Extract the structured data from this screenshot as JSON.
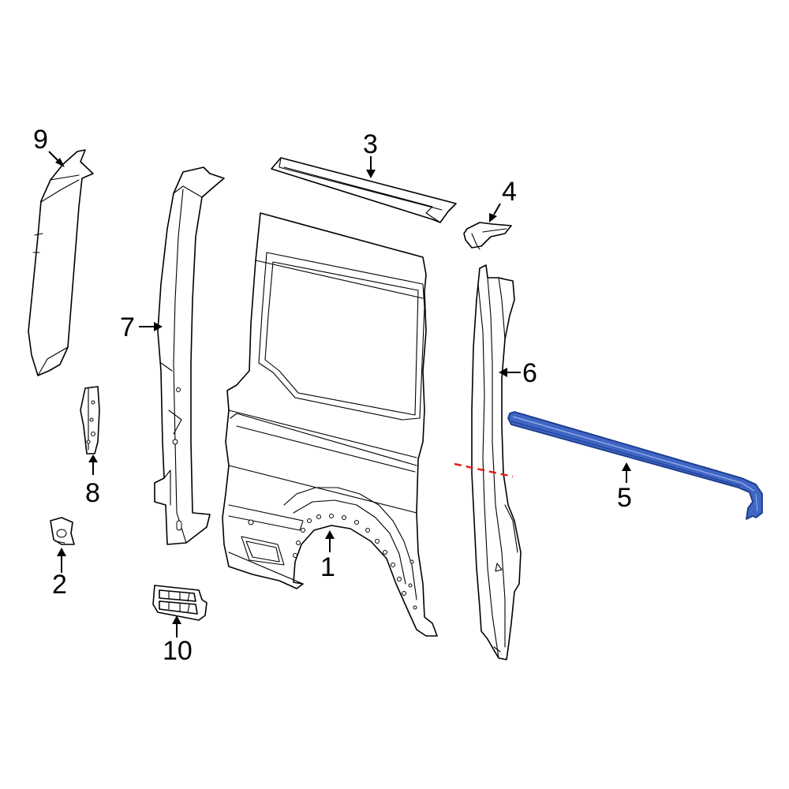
{
  "callouts": {
    "c1": "1",
    "c2": "2",
    "c3": "3",
    "c4": "4",
    "c5": "5",
    "c6": "6",
    "c7": "7",
    "c8": "8",
    "c9": "9",
    "c10": "10"
  },
  "colors": {
    "highlight_part": "#2a4fa8",
    "highlight_fill": "#3f66c4",
    "cut_line": "#e0201a",
    "line": "#000000"
  }
}
